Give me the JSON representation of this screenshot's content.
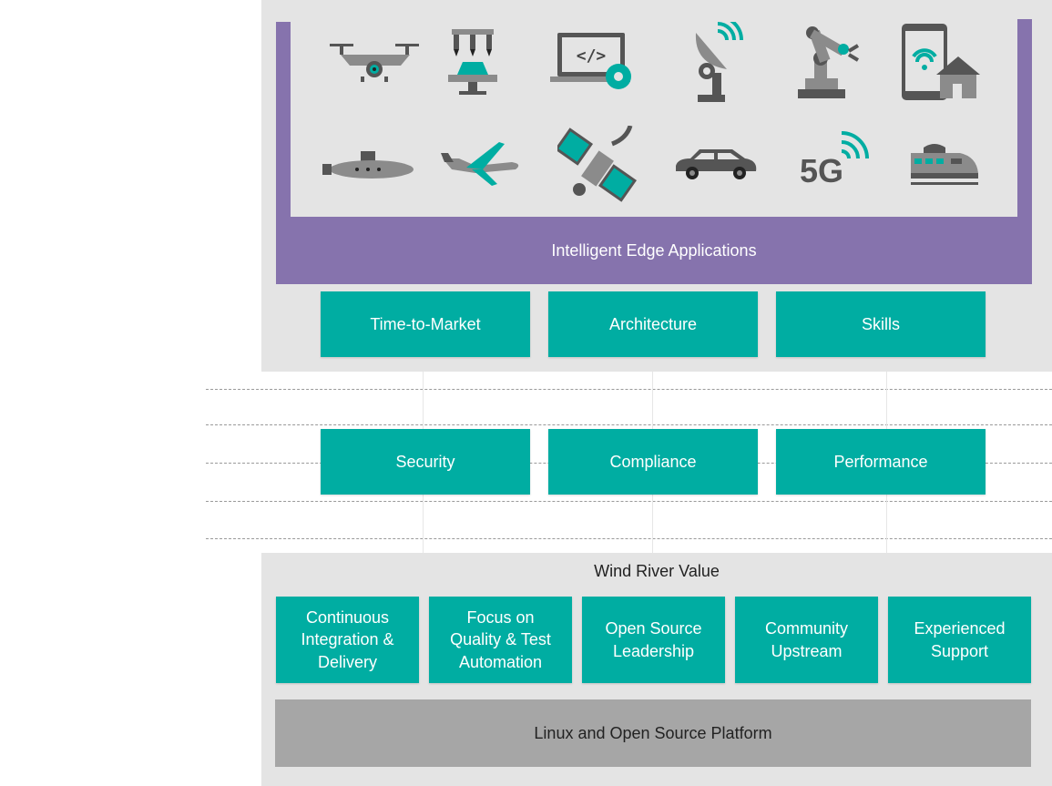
{
  "top": {
    "band_label": "Intelligent Edge Applications",
    "icons": [
      "drone-icon",
      "robotic-assembly-icon",
      "code-laptop-icon",
      "satellite-dish-icon",
      "robot-arm-icon",
      "smart-home-phone-icon",
      "submarine-icon",
      "airplane-icon",
      "satellite-icon",
      "car-icon",
      "5g-icon",
      "train-icon"
    ],
    "icon_text_5g": "5G",
    "icon_text_code": "</>",
    "tiles": [
      "Time-to-Market",
      "Architecture",
      "Skills"
    ]
  },
  "middle": {
    "tiles": [
      "Security",
      "Compliance",
      "Performance"
    ]
  },
  "bottom": {
    "title": "Wind River Value",
    "tiles": [
      "Continuous Integration & Delivery",
      "Focus on Quality & Test Automation",
      "Open Source Leadership",
      "Community Upstream",
      "Experienced Support"
    ],
    "platform_label": "Linux and Open Source Platform"
  },
  "colors": {
    "teal": "#00ada2",
    "purple": "#8673ad",
    "panel": "#e4e4e4",
    "platform": "#a6a6a6"
  }
}
